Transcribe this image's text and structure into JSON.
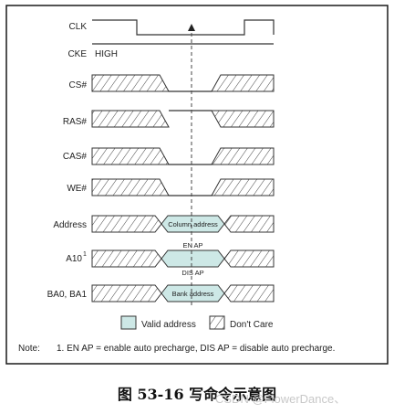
{
  "signals": {
    "clk": "CLK",
    "cke": "CKE",
    "cke_level": "HIGH",
    "cs": "CS#",
    "ras": "RAS#",
    "cas": "CAS#",
    "we": "WE#",
    "address": "Address",
    "a10": "A10",
    "a10_sup": "1",
    "ba": "BA0, BA1"
  },
  "bus_values": {
    "address": "Column address",
    "ba": "Bank address",
    "a10_above": "EN AP",
    "a10_below": "DIS AP"
  },
  "legend": {
    "valid": "Valid address",
    "dont_care": "Don't Care"
  },
  "note": {
    "label": "Note:",
    "text": "1.  EN AP = enable auto precharge, DIS AP = disable auto precharge."
  },
  "caption": "图 53-16  写命令示意图",
  "watermark": "CSDN @FlowerDance、",
  "colors": {
    "valid_fill": "#cde8e6",
    "line": "#333333",
    "frame": "#1a1a1a"
  }
}
